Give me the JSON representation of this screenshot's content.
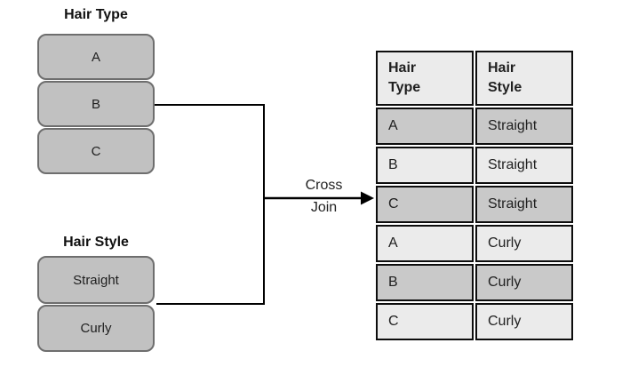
{
  "diagram": {
    "hair_type": {
      "title": "Hair Type",
      "items": [
        "A",
        "B",
        "C"
      ]
    },
    "hair_style": {
      "title": "Hair Style",
      "items": [
        "Straight",
        "Curly"
      ]
    },
    "join_label": "Cross\nJoin",
    "result_table": {
      "headers": [
        "Hair\nType",
        "Hair\nStyle"
      ],
      "rows": [
        [
          "A",
          "Straight"
        ],
        [
          "B",
          "Straight"
        ],
        [
          "C",
          "Straight"
        ],
        [
          "A",
          "Curly"
        ],
        [
          "B",
          "Curly"
        ],
        [
          "C",
          "Curly"
        ]
      ]
    },
    "colors": {
      "box_fill": "#c1c1c1",
      "box_border": "#6e6e6e",
      "row_dark": "#c9c9c9",
      "row_light": "#ebebeb",
      "line": "#000000",
      "text": "#1f1f1f"
    }
  }
}
